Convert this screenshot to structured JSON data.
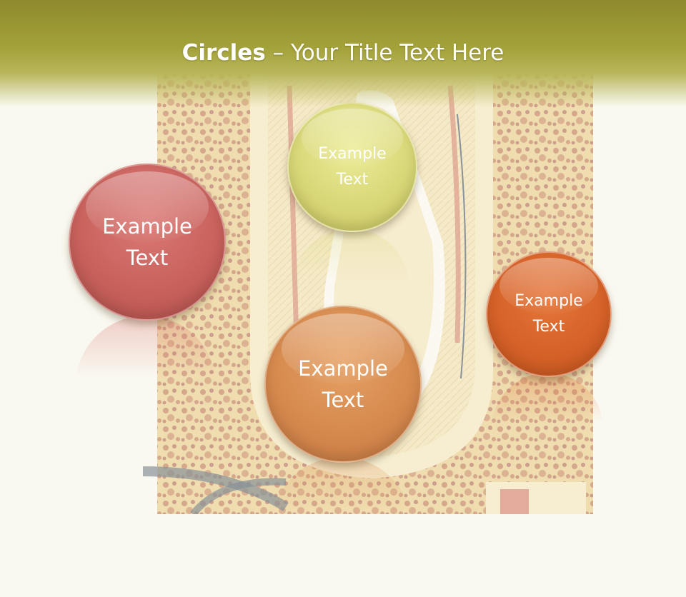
{
  "slide": {
    "title_bold": "Circles",
    "title_rest": " – Your Title Text Here"
  },
  "circles": [
    {
      "id": "red",
      "line1": "Example",
      "line2": "Text",
      "color": "#c9625d"
    },
    {
      "id": "yellow",
      "line1": "Example",
      "line2": "Text",
      "color": "#d9d878"
    },
    {
      "id": "orange",
      "line1": "Example",
      "line2": "Text",
      "color": "#d68a4e"
    },
    {
      "id": "dark-orange",
      "line1": "Example",
      "line2": "Text",
      "color": "#d66228"
    }
  ],
  "colors": {
    "header": "#a4a23a",
    "background": "#faf9f1"
  }
}
